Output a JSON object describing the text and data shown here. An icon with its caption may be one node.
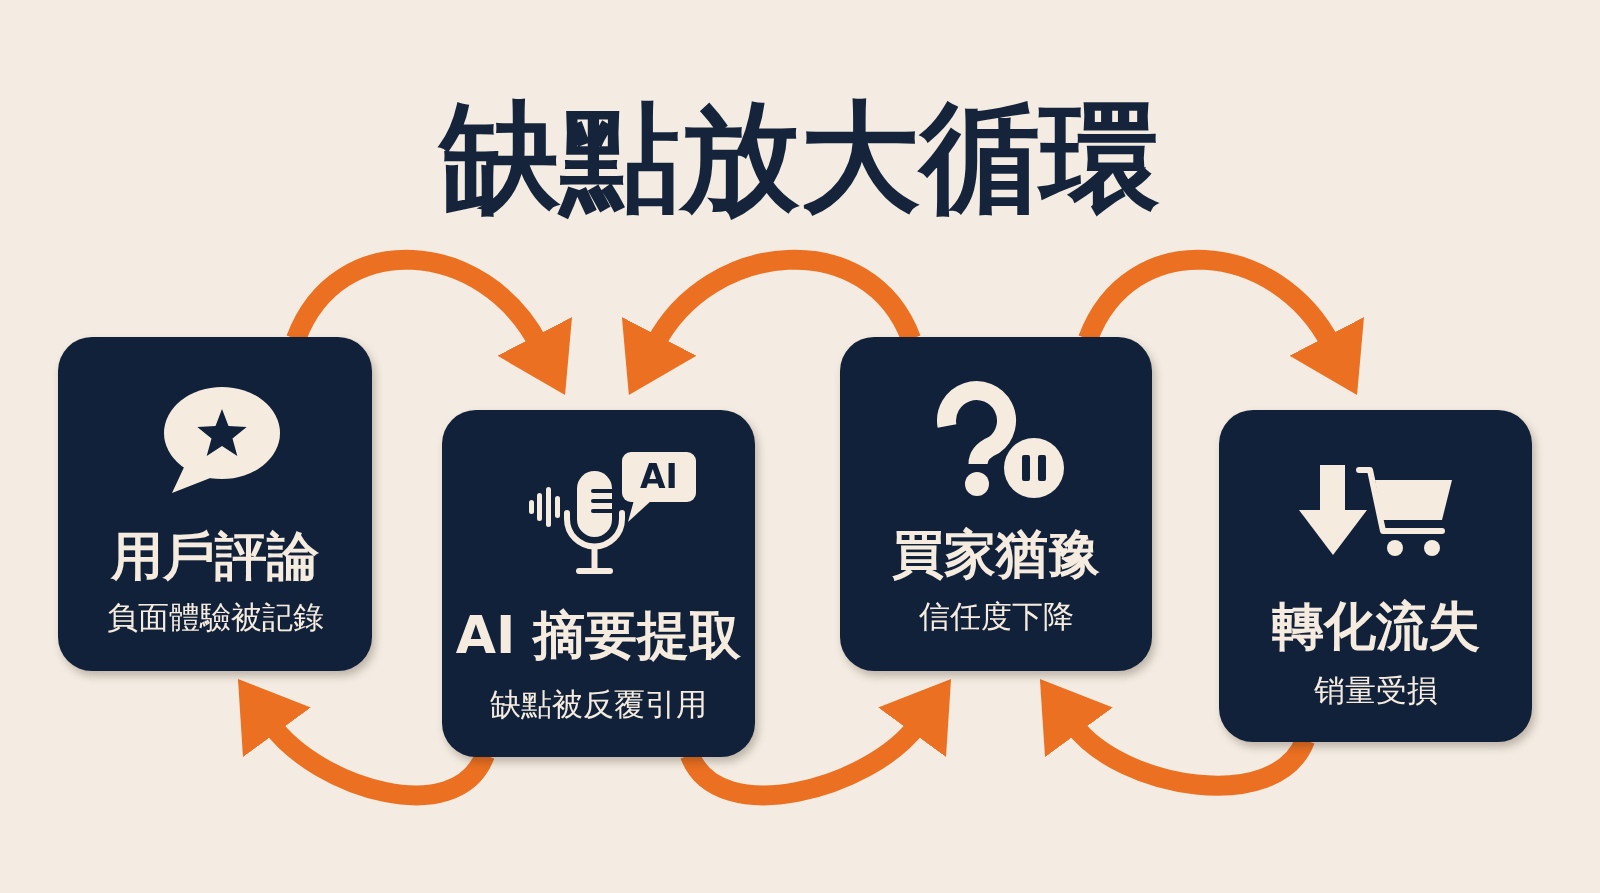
{
  "diagram": {
    "title": "缺點放大循環",
    "nodes": [
      {
        "text": [
          "用戶評論",
          "負面體驗被記錄"
        ]
      },
      {
        "text": [
          "AI",
          "AI 摘要提取",
          "缺點被反覆引用"
        ]
      },
      {
        "text": [
          "買家猶豫",
          "信任度下降"
        ]
      },
      {
        "text": [
          "轉化流失",
          "销量受損"
        ]
      }
    ],
    "edges": [
      {
        "from": 0,
        "to": 1,
        "arrow": "to"
      },
      {
        "from": 2,
        "to": 1,
        "arrow": "to"
      },
      {
        "from": 2,
        "to": 3,
        "arrow": "to"
      },
      {
        "from": 1,
        "to": 0,
        "arrow": "to"
      },
      {
        "from": 1,
        "to": 2,
        "arrow": "to"
      },
      {
        "from": 3,
        "to": 2,
        "arrow": "to"
      }
    ]
  }
}
